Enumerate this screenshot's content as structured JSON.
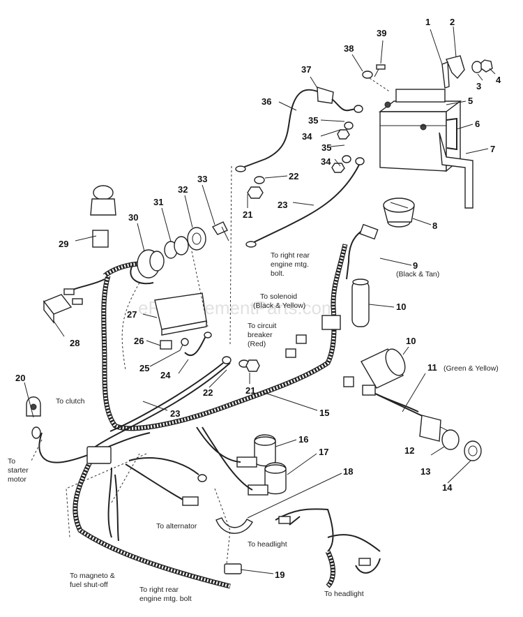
{
  "watermark": "eReplacementParts.com",
  "callouts": [
    "1",
    "2",
    "3",
    "4",
    "5",
    "6",
    "7",
    "8",
    "9",
    "10",
    "10",
    "11",
    "12",
    "13",
    "14",
    "15",
    "16",
    "17",
    "18",
    "19",
    "20",
    "21",
    "21",
    "22",
    "22",
    "23",
    "23",
    "24",
    "25",
    "26",
    "27",
    "28",
    "29",
    "30",
    "31",
    "32",
    "33",
    "34",
    "34",
    "35",
    "35",
    "36",
    "37",
    "38",
    "39"
  ],
  "notes": {
    "black_tan": "(Black & Tan)",
    "green_yellow": "(Green & Yellow)",
    "right_rear_1": "To right rear",
    "right_rear_2": "engine mtg.",
    "right_rear_3": "bolt.",
    "solenoid_1": "To solenoid",
    "solenoid_2": "(Black & Yellow)",
    "breaker_1": "To circuit",
    "breaker_2": "breaker",
    "breaker_3": "(Red)",
    "clutch": "To clutch",
    "starter_1": "To",
    "starter_2": "starter",
    "starter_3": "motor",
    "alternator": "To alternator",
    "headlight_a": "To headlight",
    "headlight_b": "To headlight",
    "magneto_1": "To magneto &",
    "magneto_2": "fuel shut-off",
    "right_rear_b1": "To right rear",
    "right_rear_b2": "engine mtg. bolt"
  }
}
